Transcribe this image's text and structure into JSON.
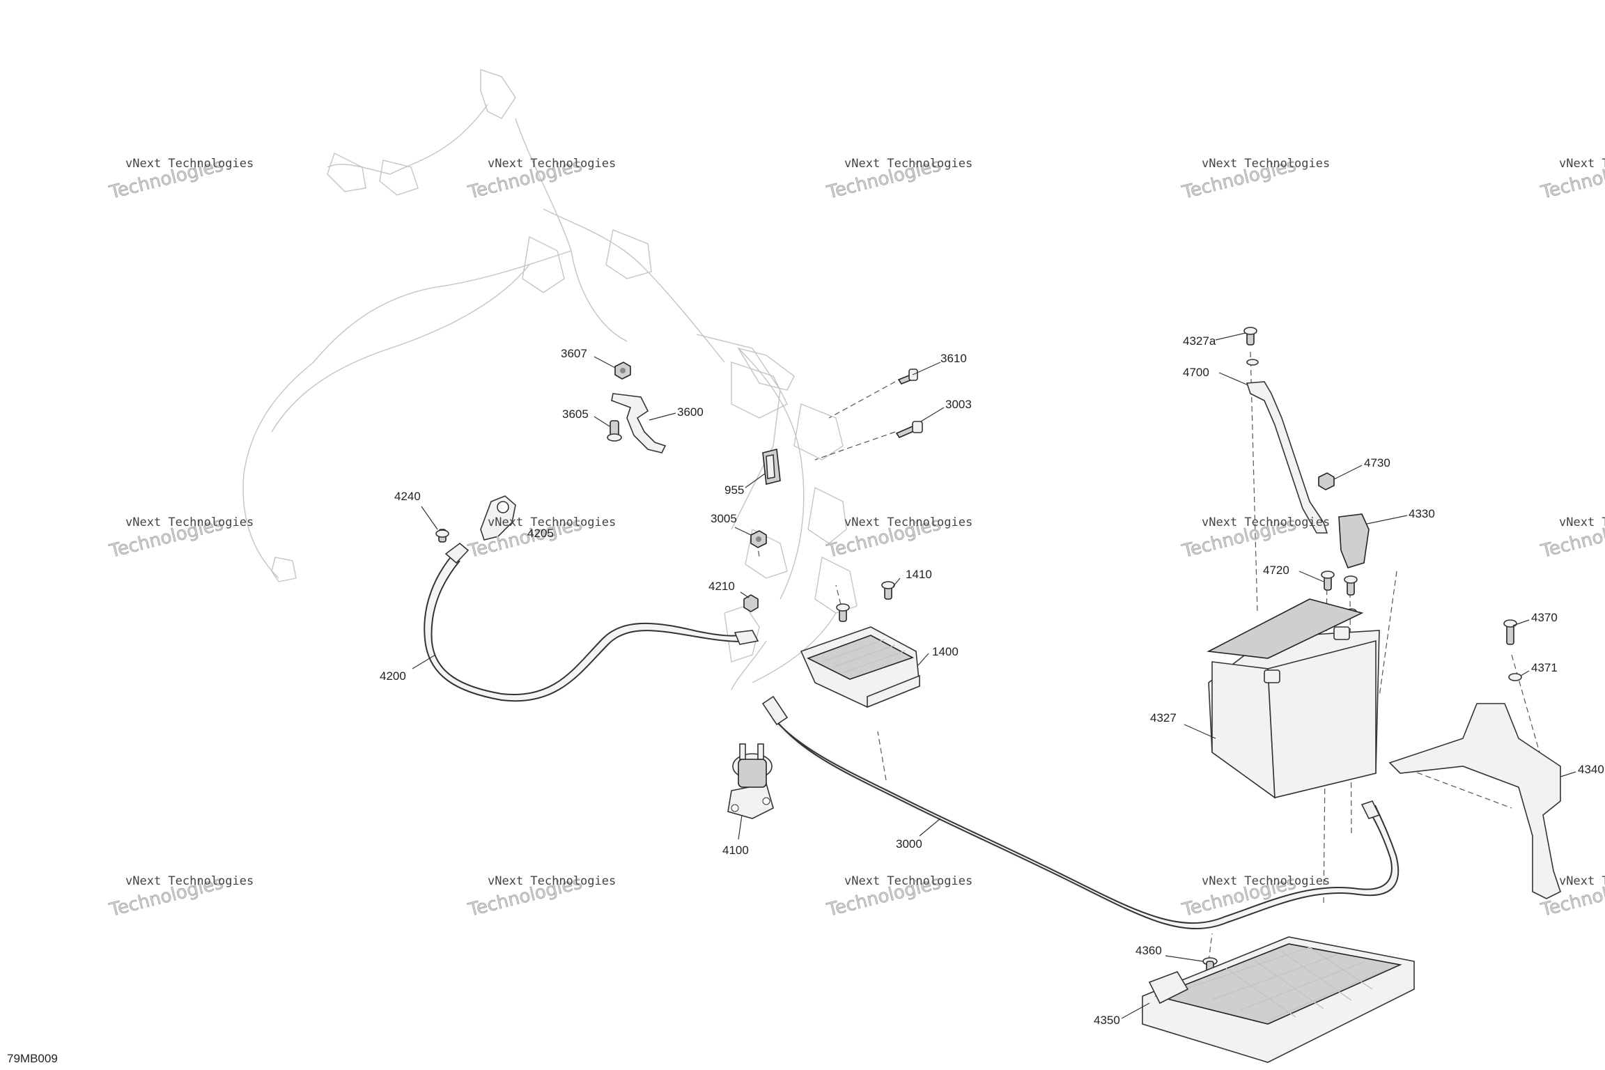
{
  "diagram": {
    "code": "79MB009",
    "watermark_line1": "vNext Technologies",
    "watermark_line2": "Technologies",
    "watermark_line3": "vNext"
  },
  "callouts": {
    "p3607": "3607",
    "p3610": "3610",
    "p3605": "3605",
    "p3600": "3600",
    "p3003": "3003",
    "p955": "955",
    "p3005": "3005",
    "p4240": "4240",
    "p4205": "4205",
    "p4210": "4210",
    "p1410": "1410",
    "p1400": "1400",
    "p4200": "4200",
    "p4100": "4100",
    "p3000": "3000",
    "p4327a": "4327a",
    "p4700": "4700",
    "p4730": "4730",
    "p4330": "4330",
    "p4720": "4720",
    "p4327": "4327",
    "p4370": "4370",
    "p4371": "4371",
    "p4340": "4340",
    "p4360": "4360",
    "p4350": "4350"
  }
}
